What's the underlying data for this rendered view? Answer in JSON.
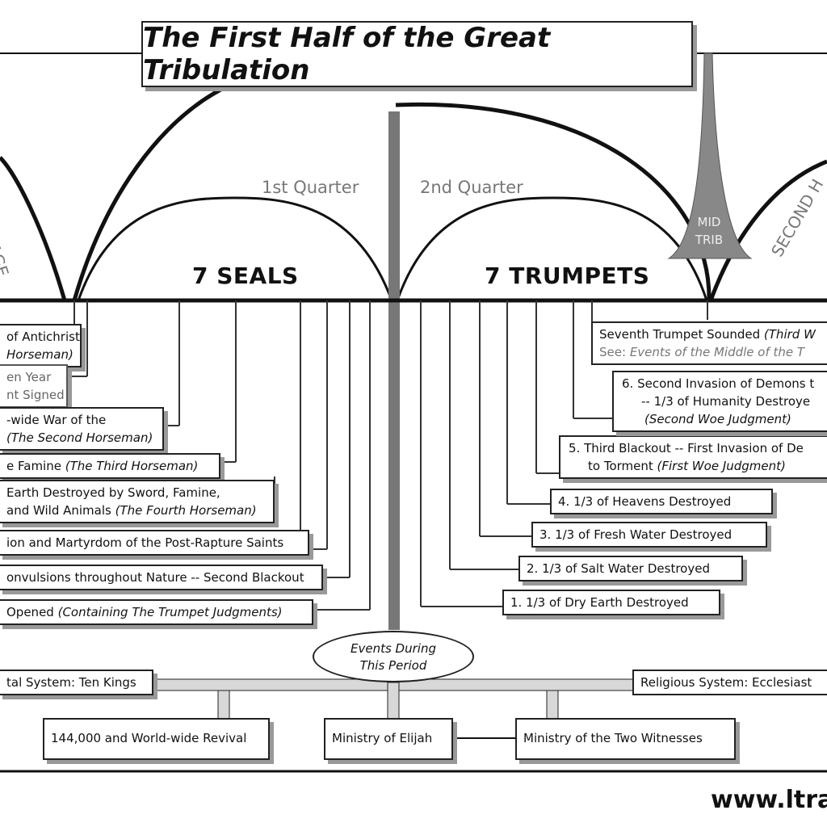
{
  "title": "The First Half of the Great Tribulation",
  "quarters": {
    "first": "1st Quarter",
    "second": "2nd Quarter"
  },
  "sections": {
    "seals": "7 SEALS",
    "trumpets": "7 TRUMPETS"
  },
  "side_labels": {
    "left": "CH AGE",
    "right": "SECOND H"
  },
  "mid_trib": {
    "line1": "MID",
    "line2": "TRIB"
  },
  "seals": [
    {
      "line1": "of Antichrist",
      "line2_em": "Horseman)"
    },
    {
      "line1": "en Year",
      "line2": "nt Signed"
    },
    {
      "line1": "-wide War of the",
      "line2_em": "(The Second Horseman)"
    },
    {
      "pre": "e Famine ",
      "em": "(The Third Horseman)"
    },
    {
      "line1": "Earth Destroyed by Sword, Famine,",
      "line2_pre": " and Wild Animals ",
      "line2_em": "(The Fourth Horseman)"
    },
    {
      "text": "ion and Martyrdom of the Post-Rapture Saints"
    },
    {
      "text": "onvulsions throughout Nature -- Second Blackout"
    },
    {
      "pre": " Opened ",
      "em": "(Containing The Trumpet Judgments)"
    }
  ],
  "trumpets": [
    {
      "text": "1.  1/3 of Dry Earth Destroyed"
    },
    {
      "text": "2.  1/3 of Salt Water Destroyed"
    },
    {
      "text": "3.  1/3 of Fresh Water Destroyed"
    },
    {
      "text": "4.  1/3 of Heavens Destroyed"
    },
    {
      "line1": "5.  Third Blackout -- First Invasion of De",
      "line2_pre": "to Torment ",
      "line2_em": "(First Woe Judgment)"
    },
    {
      "line1": "6.  Second Invasion of Demons t",
      "line2": "-- 1/3 of Humanity Destroye",
      "line3_em": "(Second Woe Judgment)"
    },
    {
      "line1_pre": "Seventh Trumpet Sounded ",
      "line1_em": "(Third W",
      "line2_pre": "See:  ",
      "line2_em": "Events of the Middle of the T"
    }
  ],
  "events": {
    "oval_line1": "Events During",
    "oval_line2": "This Period",
    "political": "tal System:  Ten Kings",
    "religious": "Religious System:  Ecclesiast",
    "revival": "144,000 and World-wide Revival",
    "elijah": "Ministry of Elijah",
    "witnesses": "Ministry of the Two Witnesses"
  },
  "footer_url": "www.ltra"
}
